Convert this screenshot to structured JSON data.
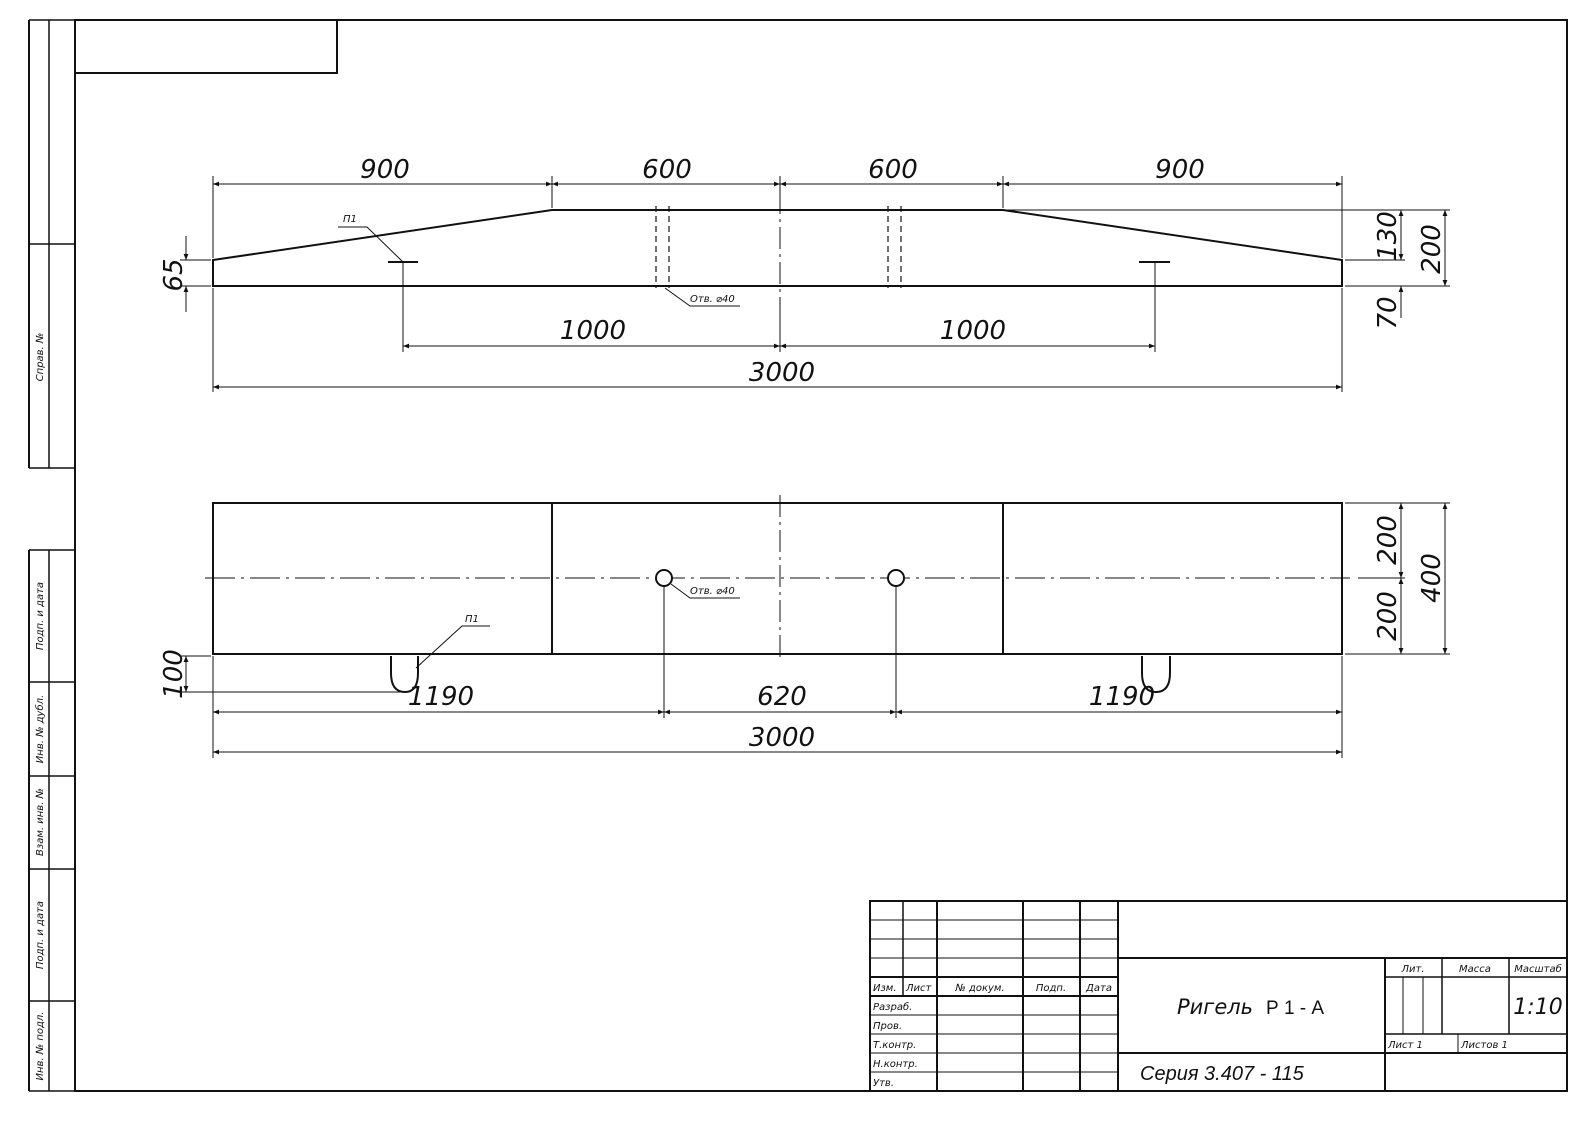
{
  "side_stamp": {
    "sprav": "Справ. №",
    "podp_data_1": "Подп. и дата",
    "inv_dubl": "Инв. № дубл.",
    "vzam_inv": "Взам. инв. №",
    "podp_data_2": "Подп. и дата",
    "inv_podl": "Инв. № подл."
  },
  "front_view": {
    "dim_900_left": "900",
    "dim_600_left": "600",
    "dim_600_right": "600",
    "dim_900_right": "900",
    "dim_1000_left": "1000",
    "dim_1000_right": "1000",
    "dim_3000": "3000",
    "dim_65": "65",
    "dim_130": "130",
    "dim_200": "200",
    "dim_70": "70",
    "leader_p1": "П1",
    "leader_hole": "Отв. ⌀40"
  },
  "top_view": {
    "dim_200_top": "200",
    "dim_200_bottom": "200",
    "dim_400": "400",
    "dim_100": "100",
    "dim_1190_left": "1190",
    "dim_620": "620",
    "dim_1190_right": "1190",
    "dim_3000": "3000",
    "leader_p1": "П1",
    "leader_hole": "Отв. ⌀40"
  },
  "title_block": {
    "izm": "Изм.",
    "list": "Лист",
    "n_dokum": "№ докум.",
    "podp": "Подп.",
    "data": "Дата",
    "razrab": "Разраб.",
    "prov": "Пров.",
    "t_kontr": "Т.контр.",
    "n_kontr": "Н.контр.",
    "utv": "Утв.",
    "name_word": "Ригель",
    "name_code": "Р 1 - А",
    "lit": "Лит.",
    "massa": "Масса",
    "masshtab": "Масштаб",
    "scale_value": "1:10",
    "sheet": "Лист 1",
    "sheets": "Листов 1",
    "series": "Серия 3.407 - 115"
  }
}
